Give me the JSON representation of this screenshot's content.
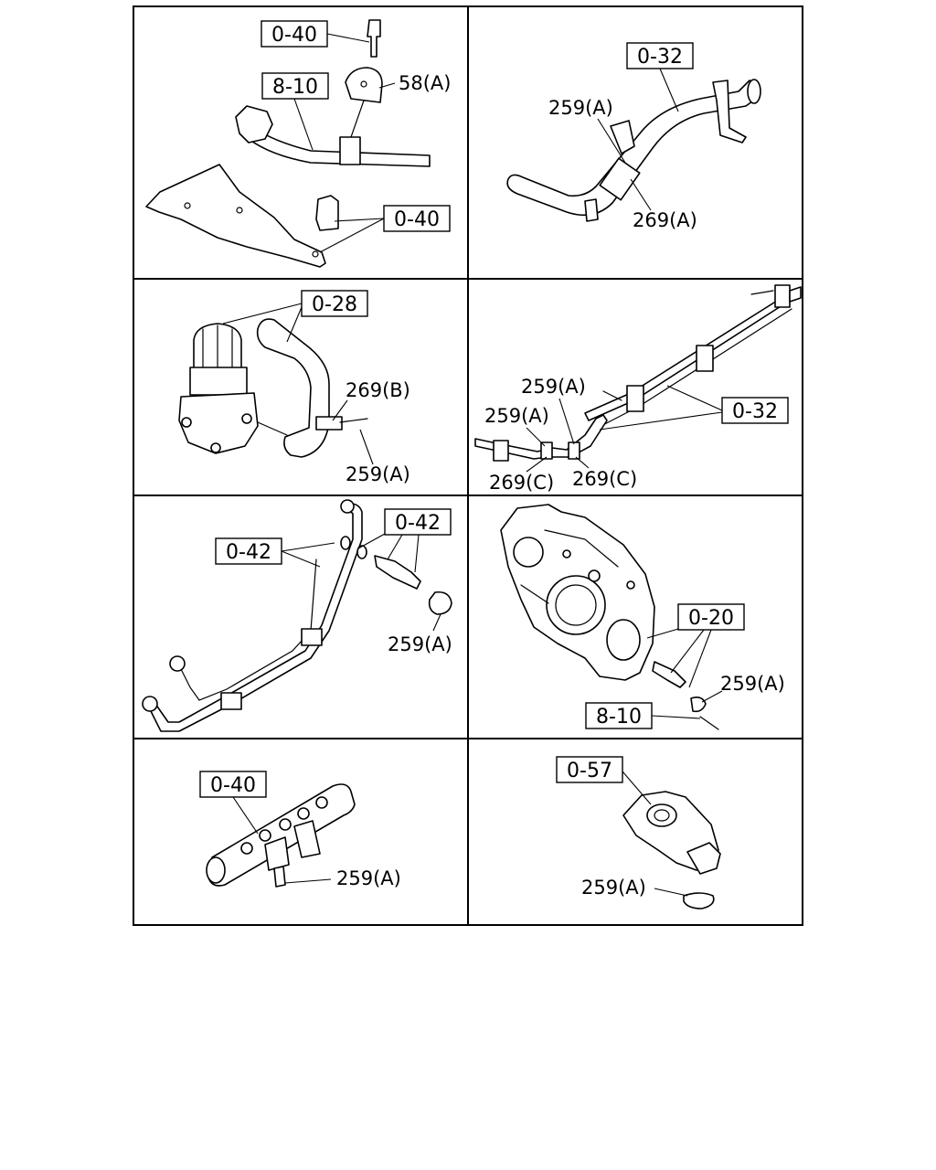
{
  "panels": [
    {
      "id": "p1",
      "callouts": [
        {
          "text": "0-40",
          "boxed": true
        },
        {
          "text": "8-10",
          "boxed": true
        },
        {
          "text": "58(A)",
          "boxed": false
        },
        {
          "text": "0-40",
          "boxed": true
        }
      ]
    },
    {
      "id": "p2",
      "callouts": [
        {
          "text": "0-32",
          "boxed": true
        },
        {
          "text": "259(A)",
          "boxed": false
        },
        {
          "text": "269(A)",
          "boxed": false
        }
      ]
    },
    {
      "id": "p3",
      "callouts": [
        {
          "text": "0-28",
          "boxed": true
        },
        {
          "text": "269(B)",
          "boxed": false
        },
        {
          "text": "259(A)",
          "boxed": false
        }
      ]
    },
    {
      "id": "p4",
      "callouts": [
        {
          "text": "259(A)",
          "boxed": false
        },
        {
          "text": "0-32",
          "boxed": true
        },
        {
          "text": "259(A)",
          "boxed": false
        },
        {
          "text": "269(C)",
          "boxed": false
        },
        {
          "text": "269(C)",
          "boxed": false
        }
      ]
    },
    {
      "id": "p5",
      "callouts": [
        {
          "text": "0-42",
          "boxed": true
        },
        {
          "text": "0-42",
          "boxed": true
        },
        {
          "text": "259(A)",
          "boxed": false
        }
      ]
    },
    {
      "id": "p6",
      "callouts": [
        {
          "text": "0-20",
          "boxed": true
        },
        {
          "text": "259(A)",
          "boxed": false
        },
        {
          "text": "8-10",
          "boxed": true
        }
      ]
    },
    {
      "id": "p7",
      "callouts": [
        {
          "text": "0-40",
          "boxed": true
        },
        {
          "text": "259(A)",
          "boxed": false
        }
      ]
    },
    {
      "id": "p8",
      "callouts": [
        {
          "text": "0-57",
          "boxed": true
        },
        {
          "text": "259(A)",
          "boxed": false
        }
      ]
    }
  ]
}
